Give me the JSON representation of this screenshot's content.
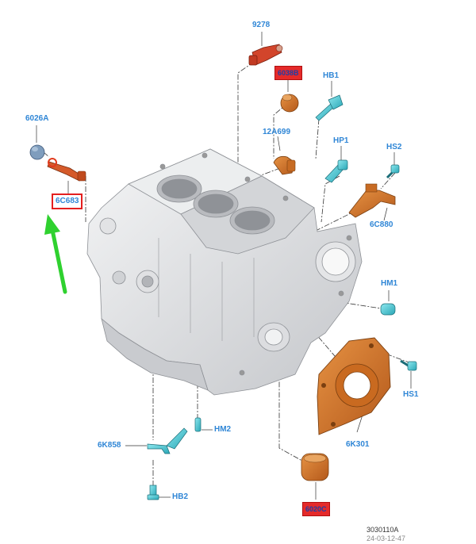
{
  "labels": {
    "p9278": "9278",
    "p6026A": "6026A",
    "p6C683": "6C683",
    "pHB1": "HB1",
    "p12A699": "12A699",
    "pHP1": "HP1",
    "pHS2": "HS2",
    "p6C880": "6C880",
    "pHM1": "HM1",
    "pHS1": "HS1",
    "p6K301": "6K301",
    "pHM2": "HM2",
    "p6K858": "6K858",
    "pHB2": "HB2",
    "p6038B": "6038B",
    "p6020C": "6020C"
  },
  "reference": {
    "code": "3030110A",
    "code2": "24-03-12-47"
  },
  "colors": {
    "label_blue": "#2f86d6",
    "highlight_red": "#e41f1f",
    "arrow_green": "#2fd12f",
    "part_orange": "#d3782a",
    "part_red": "#d2452b",
    "part_cyan": "#46c9d6",
    "block_gray": "#d9dadd"
  }
}
